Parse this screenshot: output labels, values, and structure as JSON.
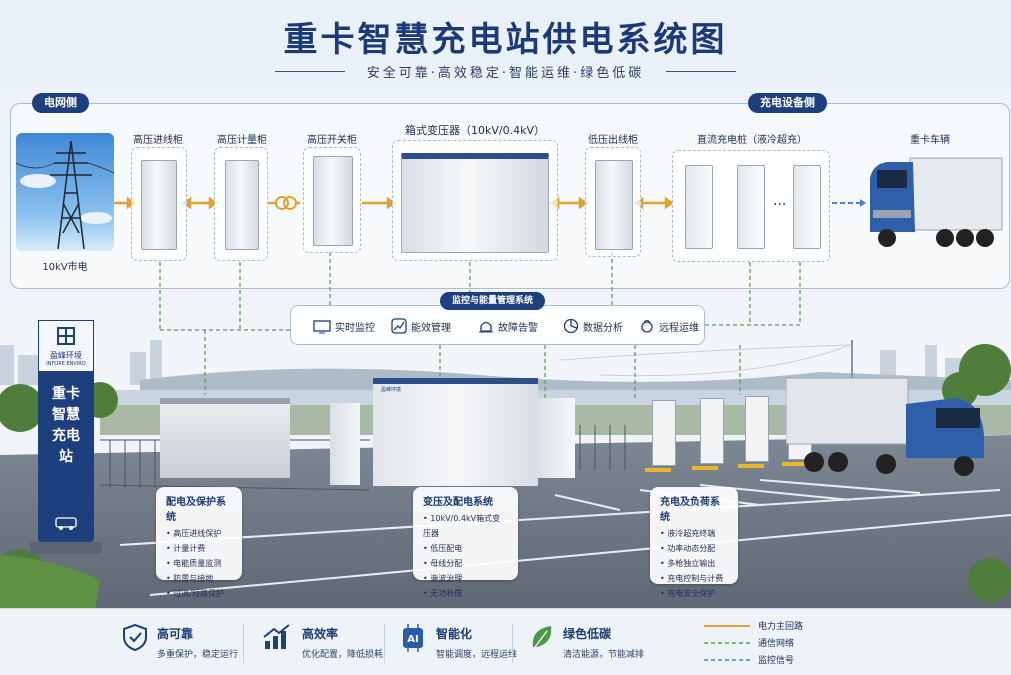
{
  "title": "重卡智慧充电站供电系统图",
  "subtitle": "安全可靠·高效稳定·智能运维·绿色低碳",
  "grid_side_label": "电网侧",
  "charging_side_label": "充电设备侧",
  "equipment": [
    {
      "label": "10kV市电"
    },
    {
      "label": "高压进线柜"
    },
    {
      "label": "高压计量柜"
    },
    {
      "label": "高压开关柜"
    },
    {
      "label": "箱式变压器（10kV/0.4kV）"
    },
    {
      "label": "低压出线柜"
    },
    {
      "label": "直流充电桩（液冷超充）"
    },
    {
      "label": "重卡车辆"
    }
  ],
  "charger_dots": "···",
  "monitoring": {
    "title": "监控与能量管理系统",
    "items": [
      {
        "label": "实时监控",
        "icon": "monitor-icon"
      },
      {
        "label": "能效管理",
        "icon": "trend-icon"
      },
      {
        "label": "故障告警",
        "icon": "alarm-icon"
      },
      {
        "label": "数据分析",
        "icon": "pie-chart-icon"
      },
      {
        "label": "远程运维",
        "icon": "remote-icon"
      }
    ]
  },
  "sign": {
    "brand": "盈峰环境",
    "brand_en": "INFORE ENVIRO",
    "text": "重卡智慧充电站"
  },
  "cabinet_brand": "盈峰环境",
  "cards": [
    {
      "title": "配电及保护系统",
      "items": [
        "高压进线保护",
        "计量计费",
        "电能质量监测",
        "防雷与接地",
        "过流/短路保护"
      ]
    },
    {
      "title": "变压及配电系统",
      "items": [
        "10kV/0.4kV箱式变压器",
        "低压配电",
        "母线分配",
        "谐波治理",
        "无功补偿"
      ]
    },
    {
      "title": "充电及负荷系统",
      "items": [
        "液冷超充终端",
        "功率动态分配",
        "多枪独立输出",
        "充电控制与计费",
        "充电安全保护"
      ]
    }
  ],
  "features": [
    {
      "title": "高可靠",
      "desc": "多重保护，稳定运行",
      "icon": "shield-icon"
    },
    {
      "title": "高效率",
      "desc": "优化配置，降低损耗",
      "icon": "bar-chart-icon"
    },
    {
      "title": "智能化",
      "desc": "智能调度，远程运维",
      "icon": "ai-chip-icon"
    },
    {
      "title": "绿色低碳",
      "desc": "清洁能源，节能减排",
      "icon": "leaf-icon"
    }
  ],
  "legend": [
    {
      "label": "电力主回路",
      "color": "#e0a331",
      "style": "solid"
    },
    {
      "label": "通信网络",
      "color": "#5aa253",
      "style": "dashed"
    },
    {
      "label": "监控信号",
      "color": "#4f7fcf",
      "style": "dashed"
    }
  ],
  "colors": {
    "primary": "#1d3f7d",
    "power": "#e0a331",
    "comm": "#5aa253",
    "signal": "#4f7fcf",
    "ai_badge": "#2b5aa8",
    "leaf": "#4c9a48"
  }
}
